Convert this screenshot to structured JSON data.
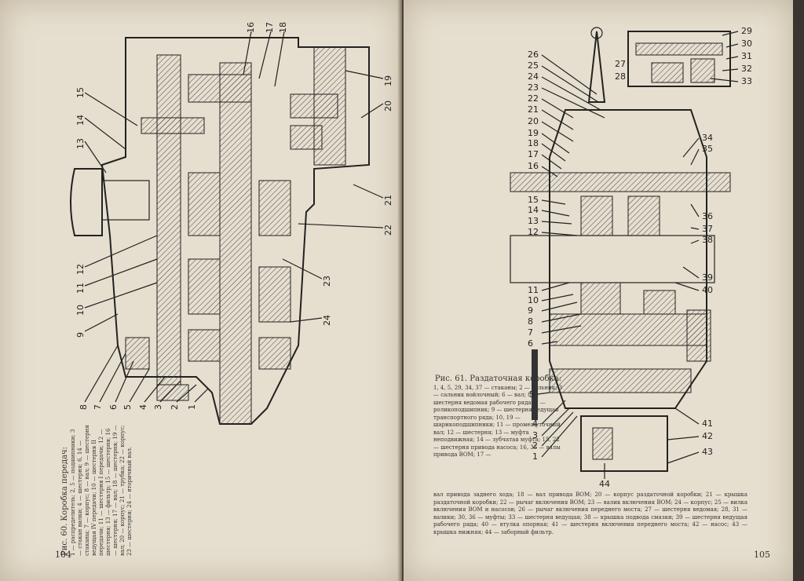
{
  "left_page": {
    "page_number": "104",
    "caption_title": "Рис. 60. Коробка передач:",
    "caption_text": "1 — распределитель; 2, 5 — подшипники; 3 — стакан вилки; 4 — шестерня; 6, 14 — стаканы; 7 — корпус; 8 — вал; 9 — шестерня ведущая IV передачи; 10 — шестерня II передачи; 11 — шестерня I передачи; 12 — шестерня; 13 — фильтр; 15 — шестерня; 16 — шестерня; 17 — вал; 18 — шестерня; 19 — вал; 20 — корпус; 21 — трубка; 22 — корпус; 23 — шестерня; 24 — вторичный вал.",
    "callouts": [
      "1",
      "2",
      "3",
      "4",
      "5",
      "6",
      "7",
      "8",
      "9",
      "10",
      "11",
      "12",
      "13",
      "14",
      "15",
      "16",
      "17",
      "18",
      "19",
      "20",
      "21",
      "22",
      "23",
      "24"
    ]
  },
  "right_page": {
    "page_number": "105",
    "caption_title": "Рис. 61. Раздаточная коробка:",
    "caption_text": "1, 4, 5, 29, 34, 37 — стаканы; 2 — сальник; 3 — сальник войлочный; 6 — вал; 8 — шестерня ведомая рабочего ряда; 7 — роликоподшипник; 9 — шестерня ведущая транспортного ряда; 10, 19 — шарикоподшипники; 11 — промежуточный вал; 12 — шестерня; 13 — муфта неподвижная; 14 — зубчатая муфта; 15, 22 — шестерня привода насоса; 16, 35 — валы привода ВОМ; 17 —",
    "caption_text_wide": "вал привода заднего хода; 18 — вал привода ВОМ; 20 — корпус раздаточной коробки; 21 — крышка раздаточной коробки; 22 — рычаг включения ВОМ; 23 — валик включения ВОМ; 24 — корпус; 25 — вилка включения ВОМ и насосов; 26 — рычаг включения переднего моста; 27 — шестерня ведомая; 28, 31 — валики; 30, 36 — муфты; 33 — шестерня ведущая; 38 — крышка подвода смазки; 39 — шестерня ведущая рабочего ряда; 40 — втулка опорная; 41 — шестерня включения переднего моста; 42 — насос; 43 — крышка нижняя; 44 — заборный фильтр.",
    "callouts": [
      "1",
      "2",
      "3",
      "4",
      "5",
      "6",
      "7",
      "8",
      "9",
      "10",
      "11",
      "12",
      "13",
      "14",
      "15",
      "16",
      "17",
      "18",
      "19",
      "20",
      "21",
      "22",
      "23",
      "24",
      "25",
      "26",
      "27",
      "28",
      "29",
      "30",
      "31",
      "32",
      "33",
      "34",
      "35",
      "36",
      "37",
      "38",
      "39",
      "40",
      "41",
      "42",
      "43",
      "44"
    ]
  }
}
